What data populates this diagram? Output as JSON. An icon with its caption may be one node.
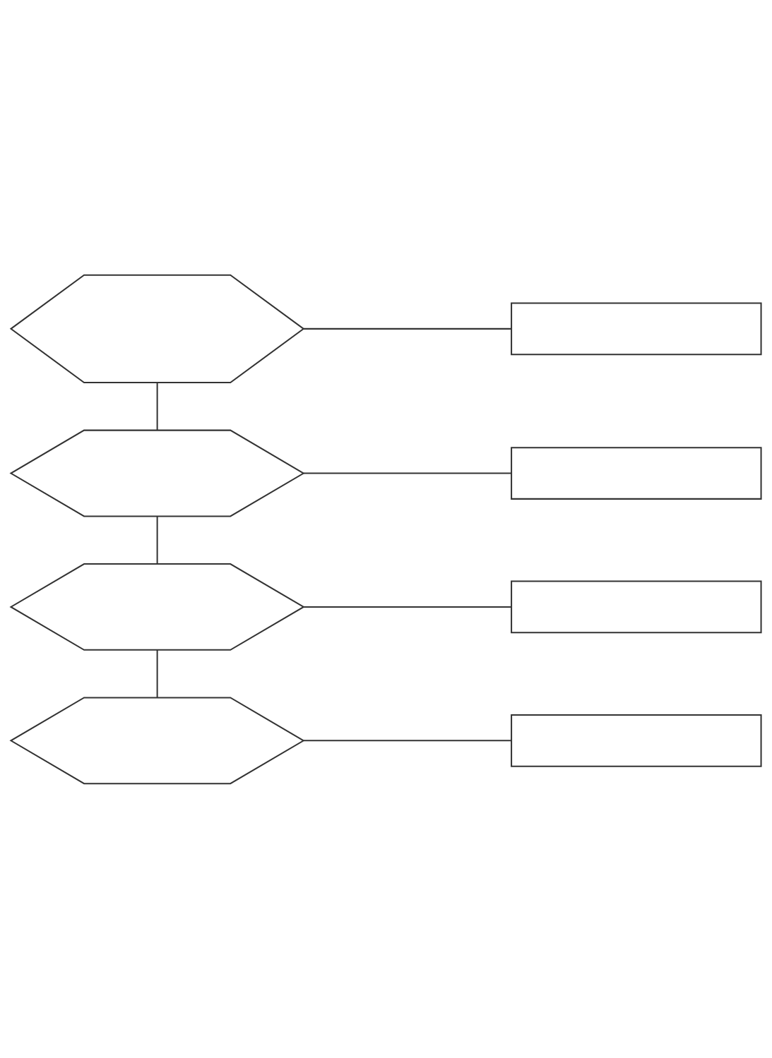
{
  "diagram": {
    "nodes": [
      {
        "text": [],
        "shape": "hexagon"
      },
      {
        "text": [],
        "shape": "box"
      },
      {
        "text": [],
        "shape": "hexagon"
      },
      {
        "text": [],
        "shape": "box"
      },
      {
        "text": [],
        "shape": "hexagon"
      },
      {
        "text": [],
        "shape": "box"
      },
      {
        "text": [],
        "shape": "hexagon"
      },
      {
        "text": [],
        "shape": "box"
      }
    ],
    "edges": [
      {
        "from": 0,
        "to": 1,
        "arrow": "none"
      },
      {
        "from": 0,
        "to": 2,
        "arrow": "none"
      },
      {
        "from": 2,
        "to": 3,
        "arrow": "none"
      },
      {
        "from": 2,
        "to": 4,
        "arrow": "none"
      },
      {
        "from": 4,
        "to": 5,
        "arrow": "none"
      },
      {
        "from": 4,
        "to": 6,
        "arrow": "none"
      },
      {
        "from": 6,
        "to": 7,
        "arrow": "none"
      }
    ]
  }
}
